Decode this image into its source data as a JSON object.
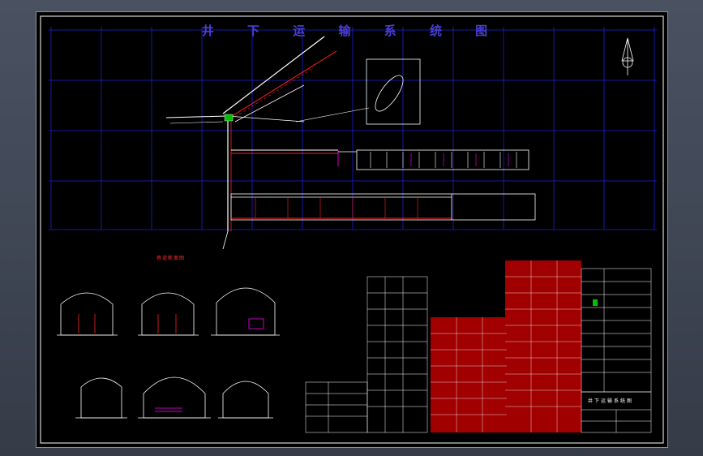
{
  "drawing": {
    "title": "井 下 运 输 系 统 图",
    "section_subtitle": "巷道断面图",
    "title_block_label": "井下运输系统图"
  },
  "colors": {
    "background": "#000000",
    "grid": "#1f1fd0",
    "title": "#4a3fd8",
    "roadway": "#ffffff",
    "track": "#ff2020",
    "accent": "#ff00ff",
    "table_red": "#c00000"
  }
}
